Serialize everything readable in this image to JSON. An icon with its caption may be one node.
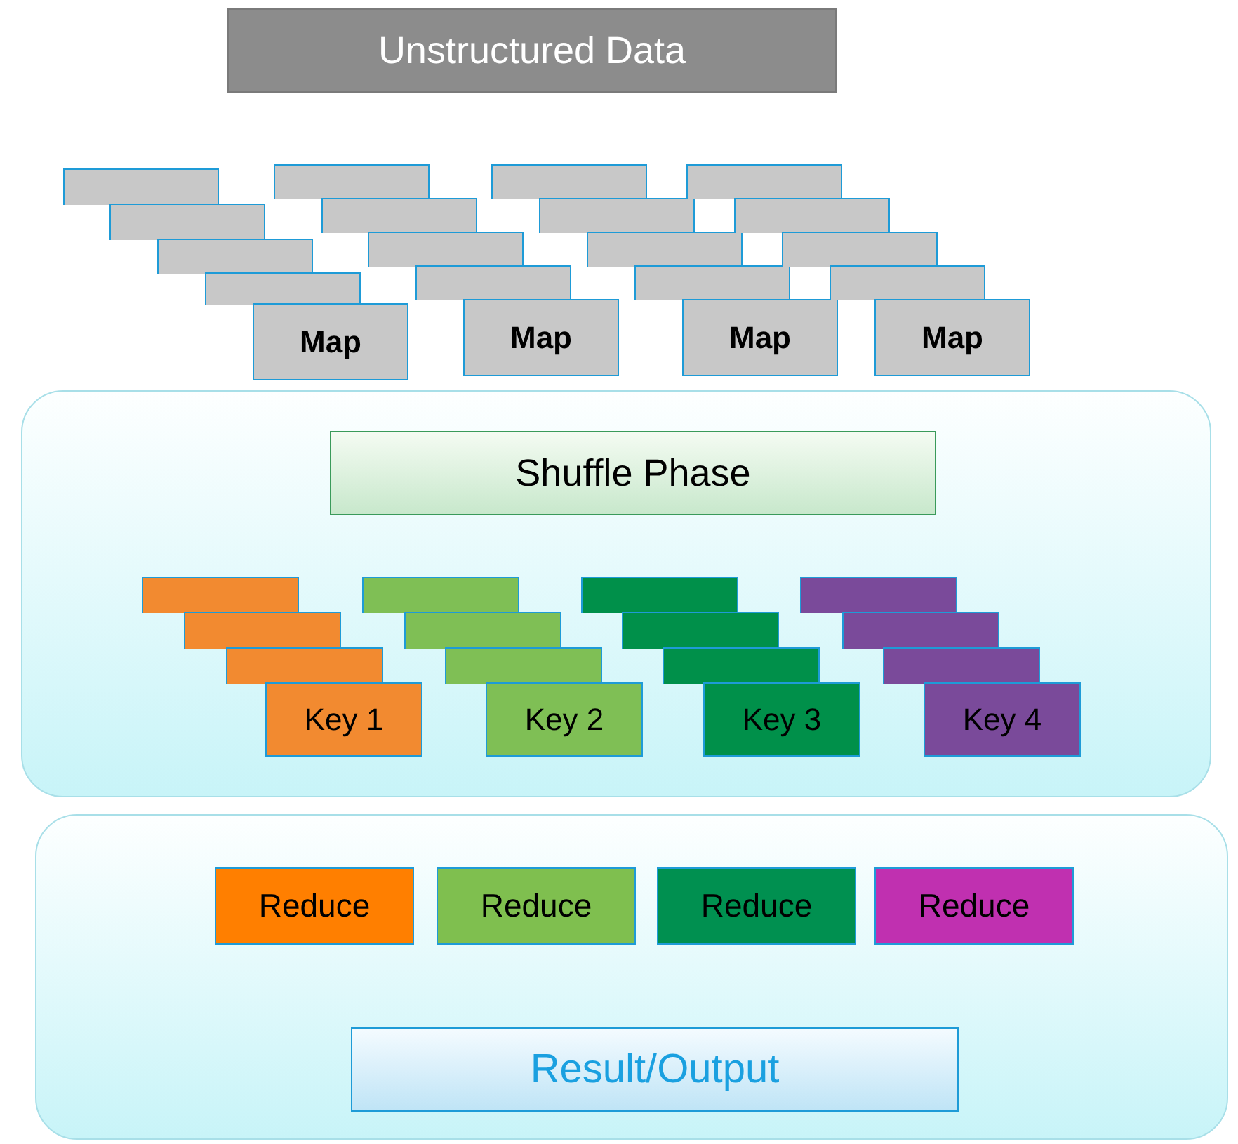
{
  "diagram": {
    "nodes": [
      {
        "text": [
          "Unstructured Data"
        ]
      },
      {
        "text": [],
        "shape": "box"
      },
      {
        "text": [],
        "shape": "box"
      },
      {
        "text": [],
        "shape": "box"
      },
      {
        "text": [],
        "shape": "box"
      },
      {
        "text": [
          "Map"
        ]
      },
      {
        "text": [],
        "shape": "box"
      },
      {
        "text": [],
        "shape": "box"
      },
      {
        "text": [],
        "shape": "box"
      },
      {
        "text": [],
        "shape": "box"
      },
      {
        "text": [
          "Map"
        ]
      },
      {
        "text": [],
        "shape": "box"
      },
      {
        "text": [],
        "shape": "box"
      },
      {
        "text": [],
        "shape": "box"
      },
      {
        "text": [],
        "shape": "box"
      },
      {
        "text": [
          "Map"
        ]
      },
      {
        "text": [],
        "shape": "box"
      },
      {
        "text": [],
        "shape": "box"
      },
      {
        "text": [],
        "shape": "box"
      },
      {
        "text": [],
        "shape": "box"
      },
      {
        "text": [
          "Map"
        ]
      },
      {
        "text": [],
        "shape": "box"
      },
      {
        "text": [
          "Shuffle Phase"
        ],
        "in": 21
      },
      {
        "text": [],
        "shape": "box",
        "in": 21
      },
      {
        "text": [],
        "shape": "box",
        "in": 21
      },
      {
        "text": [],
        "shape": "box",
        "in": 21
      },
      {
        "text": [
          "Key 1"
        ],
        "in": 21
      },
      {
        "text": [],
        "shape": "box",
        "in": 21
      },
      {
        "text": [],
        "shape": "box",
        "in": 21
      },
      {
        "text": [],
        "shape": "box",
        "in": 21
      },
      {
        "text": [
          "Key 2"
        ],
        "in": 21
      },
      {
        "text": [],
        "shape": "box",
        "in": 21
      },
      {
        "text": [],
        "shape": "box",
        "in": 21
      },
      {
        "text": [],
        "shape": "box",
        "in": 21
      },
      {
        "text": [
          "Key 3"
        ],
        "in": 21
      },
      {
        "text": [],
        "shape": "box",
        "in": 21
      },
      {
        "text": [],
        "shape": "box",
        "in": 21
      },
      {
        "text": [],
        "shape": "box",
        "in": 21
      },
      {
        "text": [
          "Key 4"
        ],
        "in": 21
      },
      {
        "text": [],
        "shape": "box"
      },
      {
        "text": [
          "Reduce"
        ],
        "in": 39
      },
      {
        "text": [
          "Reduce"
        ],
        "in": 39
      },
      {
        "text": [
          "Reduce"
        ],
        "in": 39
      },
      {
        "text": [
          "Reduce"
        ],
        "in": 39
      },
      {
        "text": [
          "Result/Output"
        ],
        "in": 39
      }
    ]
  }
}
